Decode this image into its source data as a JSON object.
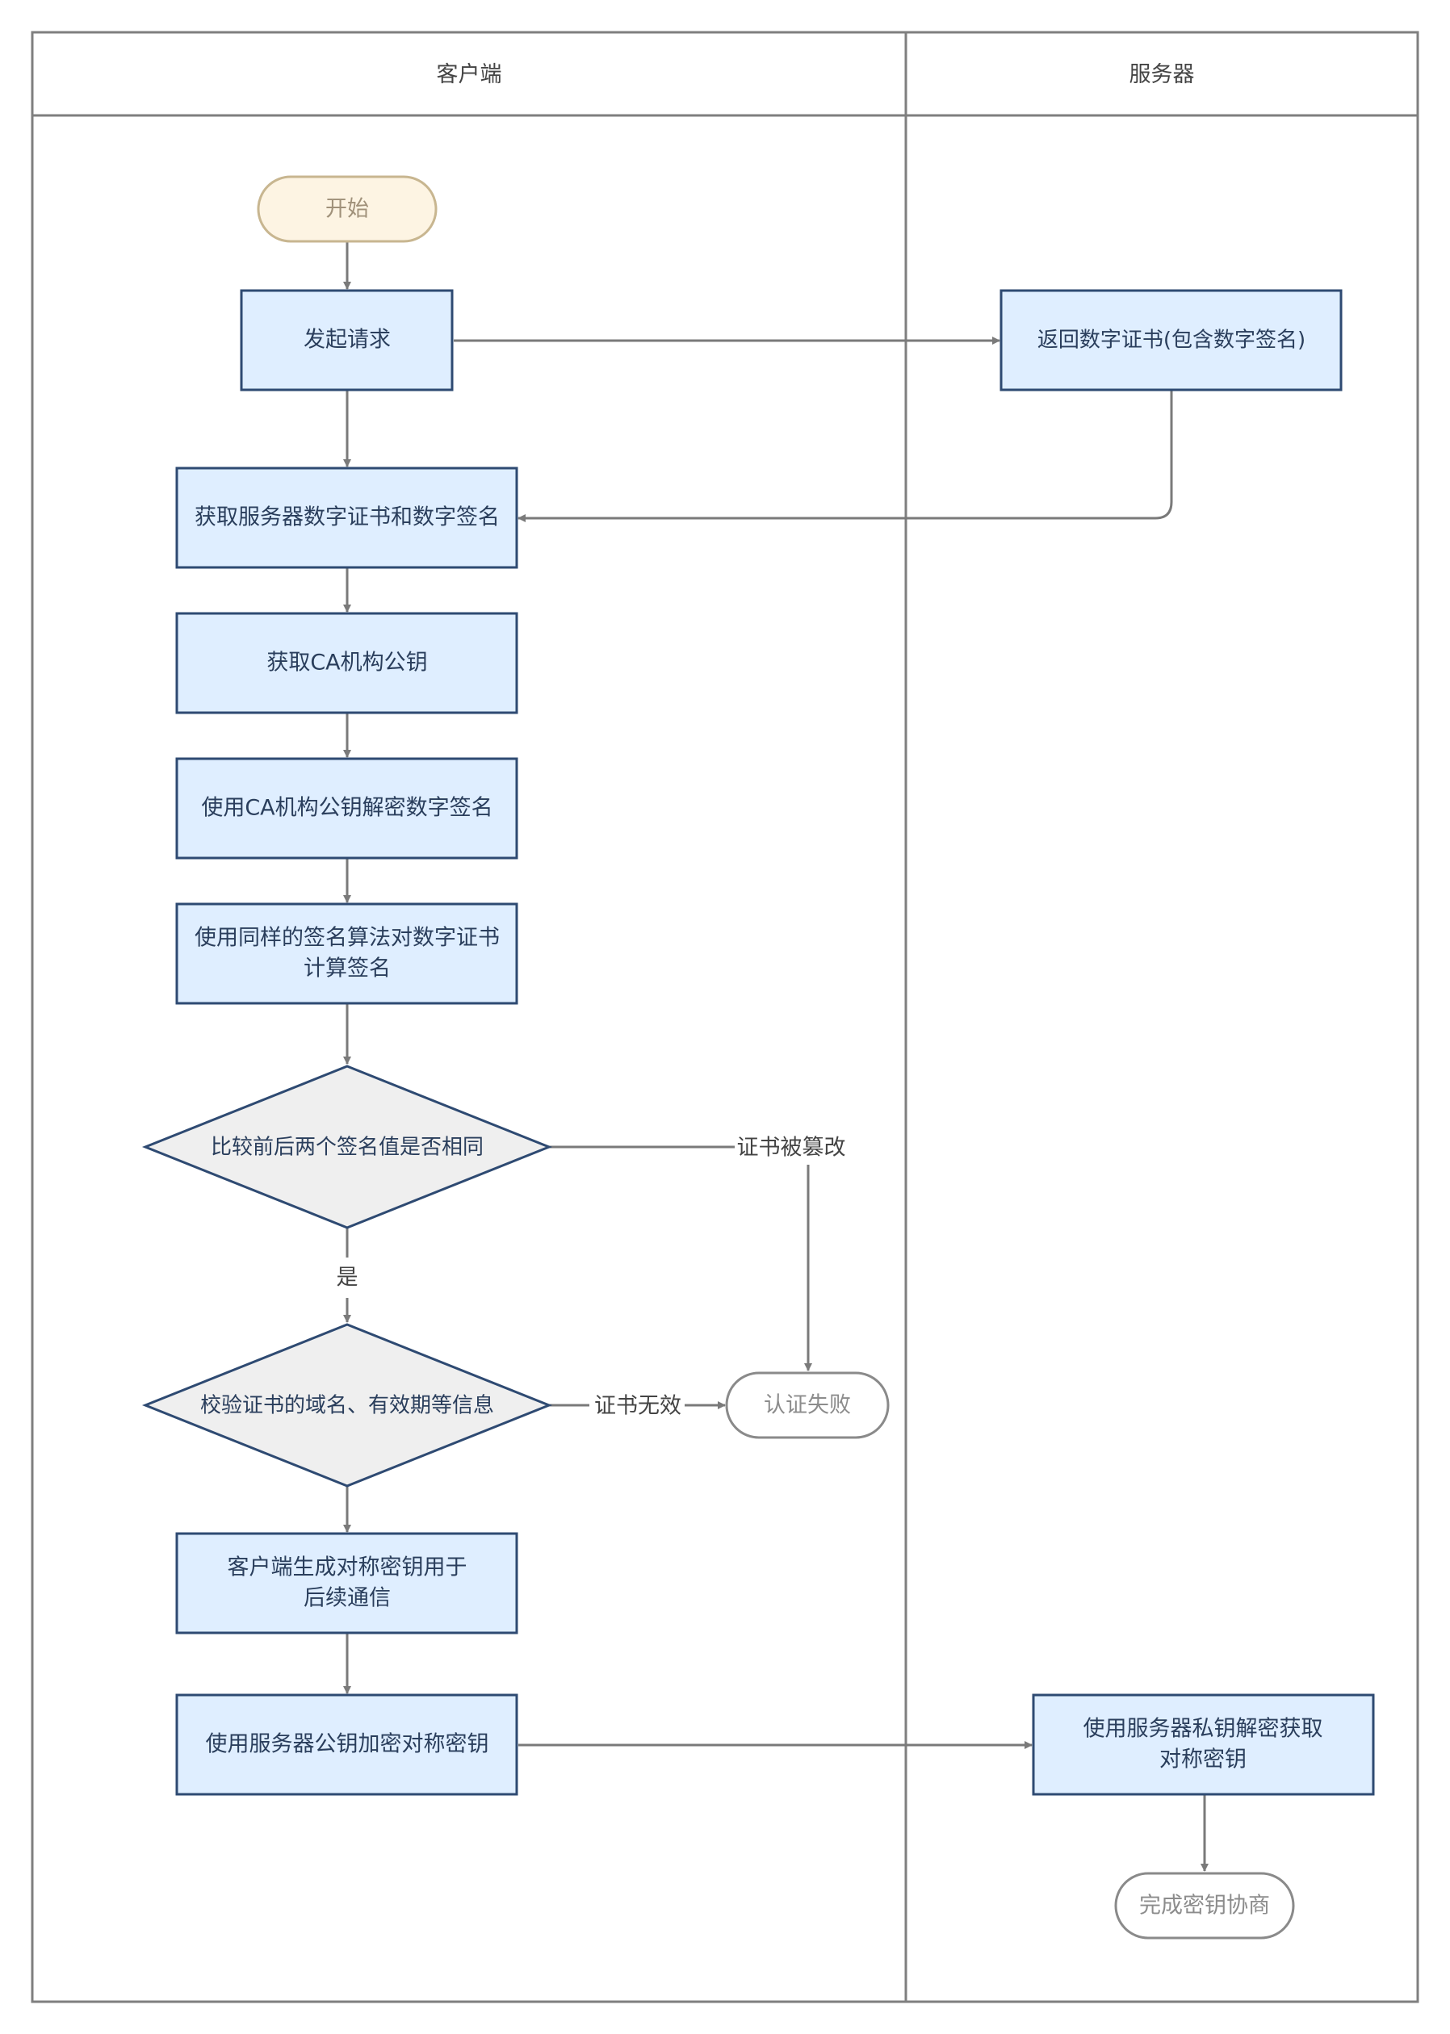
{
  "lanes": {
    "client": "客户端",
    "server": "服务器"
  },
  "nodes": {
    "start": "开始",
    "send_request": "发起请求",
    "return_cert": "返回数字证书(包含数字签名)",
    "get_cert_sig": "获取服务器数字证书和数字签名",
    "get_ca_key": "获取CA机构公钥",
    "decrypt_sig": "使用CA机构公钥解密数字签名",
    "compute_sig": [
      "使用同样的签名算法对数字证书",
      "计算签名"
    ],
    "compare_sig": "比较前后两个签名值是否相同",
    "verify_info": "校验证书的域名、有效期等信息",
    "auth_fail": "认证失败",
    "gen_key": [
      "客户端生成对称密钥用于",
      "后续通信"
    ],
    "encrypt_key": "使用服务器公钥加密对称密钥",
    "decrypt_key": [
      "使用服务器私钥解密获取",
      "对称密钥"
    ],
    "done": "完成密钥协商"
  },
  "edge_labels": {
    "tampered": "证书被篡改",
    "yes": "是",
    "invalid": "证书无效"
  },
  "colors": {
    "lane_border": "#7f7f7f",
    "process_fill": "#dfeeff",
    "process_stroke": "#2e4a72",
    "decision_fill": "#efefef",
    "start_fill": "#fdf4e3",
    "start_stroke": "#c8b690",
    "terminal_stroke": "#8a8a8a",
    "arrow": "#7a7a7a",
    "text_dark": "#2a3e5c",
    "text_gray": "#8c8c8c"
  }
}
